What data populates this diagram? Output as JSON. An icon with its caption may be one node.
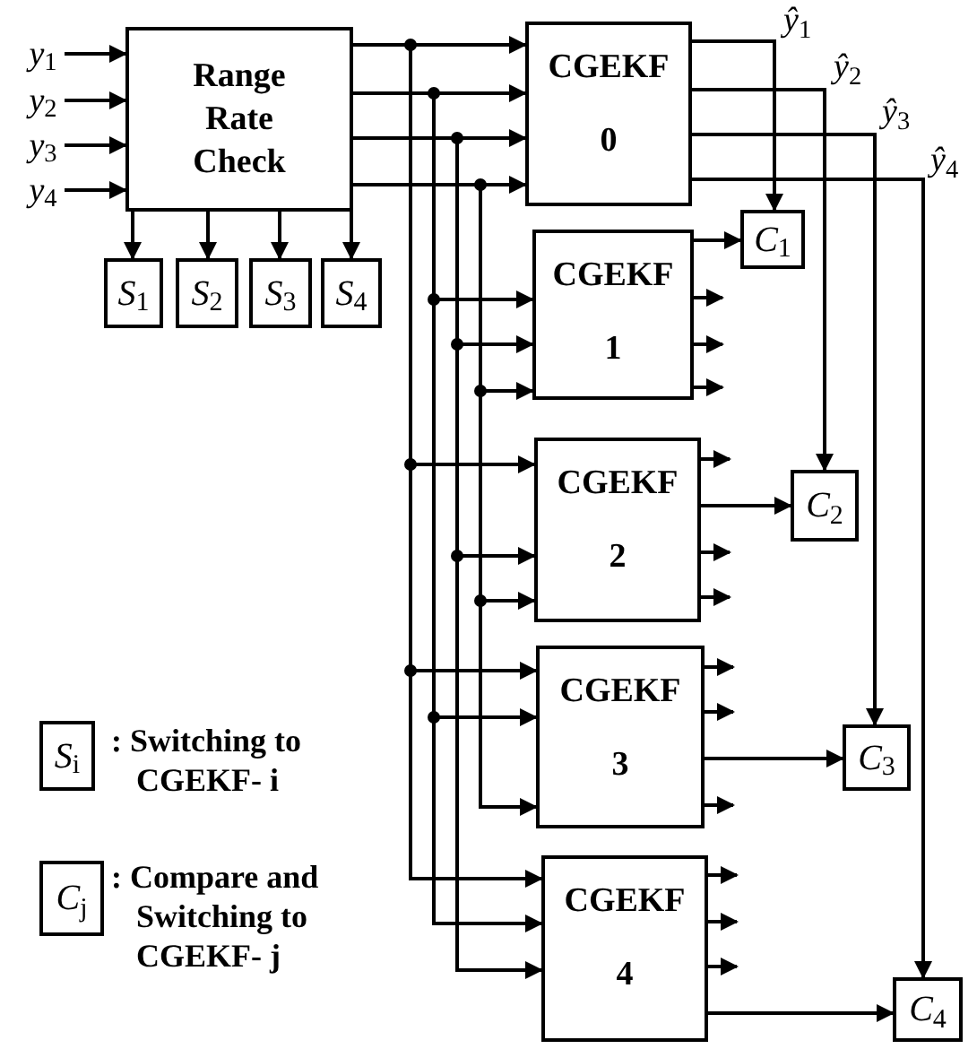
{
  "diagram": {
    "nodes": [
      {
        "text": [
          "Range Rate Check"
        ]
      },
      {
        "text": [
          "*y*$_{1}$"
        ]
      },
      {
        "text": [
          "*y*$_{2}$"
        ]
      },
      {
        "text": [
          "*y*$_{3}$"
        ]
      },
      {
        "text": [
          "*y*$_{4}$"
        ]
      },
      {
        "text": [
          "*S*$_{1}$"
        ]
      },
      {
        "text": [
          "*S*$_{2}$"
        ]
      },
      {
        "text": [
          "*S*$_{3}$"
        ]
      },
      {
        "text": [
          "*S*$_{4}$"
        ]
      },
      {
        "text": [
          "CGEKF",
          "0"
        ]
      },
      {
        "text": [
          "CGEKF",
          "1"
        ]
      },
      {
        "text": [
          "CGEKF",
          "2"
        ]
      },
      {
        "text": [
          "CGEKF",
          "3"
        ]
      },
      {
        "text": [
          "CGEKF",
          "4"
        ]
      },
      {
        "text": [
          "*C*$_{1}$"
        ]
      },
      {
        "text": [
          "*C*$_{2}$"
        ]
      },
      {
        "text": [
          "*C*$_{3}$"
        ]
      },
      {
        "text": [
          "*C*$_{4}$"
        ]
      },
      {
        "text": [
          "*S*$_{i}$"
        ],
        "beside": [
          ": Switching to CGEKF- i"
        ]
      },
      {
        "text": [
          "*C*$_{j}$"
        ],
        "beside": [
          ": Compare and Switching to CGEKF- j"
        ]
      }
    ],
    "edges": [
      {
        "from": 1,
        "to": 0,
        "arrow": "to"
      },
      {
        "from": 2,
        "to": 0,
        "arrow": "to"
      },
      {
        "from": 3,
        "to": 0,
        "arrow": "to"
      },
      {
        "from": 4,
        "to": 0,
        "arrow": "to"
      },
      {
        "from": 0,
        "to": 5,
        "arrow": "to"
      },
      {
        "from": 0,
        "to": 6,
        "arrow": "to"
      },
      {
        "from": 0,
        "to": 7,
        "arrow": "to"
      },
      {
        "from": 0,
        "to": 8,
        "arrow": "to"
      },
      {
        "from": 0,
        "to": 9,
        "arrow": "to"
      },
      {
        "from": 0,
        "to": 9,
        "arrow": "to"
      },
      {
        "from": 0,
        "to": 9,
        "arrow": "to"
      },
      {
        "from": 0,
        "to": 9,
        "arrow": "to"
      },
      {
        "from": 0,
        "to": 10,
        "arrow": "to"
      },
      {
        "from": 0,
        "to": 10,
        "arrow": "to"
      },
      {
        "from": 0,
        "to": 10,
        "arrow": "to"
      },
      {
        "from": 0,
        "to": 11,
        "arrow": "to"
      },
      {
        "from": 0,
        "to": 11,
        "arrow": "to"
      },
      {
        "from": 0,
        "to": 11,
        "arrow": "to"
      },
      {
        "from": 0,
        "to": 12,
        "arrow": "to"
      },
      {
        "from": 0,
        "to": 12,
        "arrow": "to"
      },
      {
        "from": 0,
        "to": 12,
        "arrow": "to"
      },
      {
        "from": 0,
        "to": 13,
        "arrow": "to"
      },
      {
        "from": 0,
        "to": 13,
        "arrow": "to"
      },
      {
        "from": 0,
        "to": 13,
        "arrow": "to"
      },
      {
        "from": 9,
        "to": 14,
        "arrow": "to",
        "label": "*ŷ*$_{1}$"
      },
      {
        "from": 9,
        "to": 15,
        "arrow": "to",
        "label": "*ŷ*$_{2}$"
      },
      {
        "from": 9,
        "to": 16,
        "arrow": "to",
        "label": "*ŷ*$_{3}$"
      },
      {
        "from": 9,
        "to": 17,
        "arrow": "to",
        "label": "*ŷ*$_{4}$"
      },
      {
        "from": 10,
        "to": 14,
        "arrow": "to"
      },
      {
        "from": 11,
        "to": 15,
        "arrow": "to"
      },
      {
        "from": 12,
        "to": 16,
        "arrow": "to"
      },
      {
        "from": 13,
        "to": 17,
        "arrow": "to"
      },
      {
        "from": 10,
        "to": null,
        "arrow": "to"
      },
      {
        "from": 10,
        "to": null,
        "arrow": "to"
      },
      {
        "from": 10,
        "to": null,
        "arrow": "to"
      },
      {
        "from": 11,
        "to": null,
        "arrow": "to"
      },
      {
        "from": 11,
        "to": null,
        "arrow": "to"
      },
      {
        "from": 11,
        "to": null,
        "arrow": "to"
      },
      {
        "from": 12,
        "to": null,
        "arrow": "to"
      },
      {
        "from": 12,
        "to": null,
        "arrow": "to"
      },
      {
        "from": 12,
        "to": null,
        "arrow": "to"
      },
      {
        "from": 13,
        "to": null,
        "arrow": "to"
      },
      {
        "from": 13,
        "to": null,
        "arrow": "to"
      },
      {
        "from": 13,
        "to": null,
        "arrow": "to"
      }
    ]
  }
}
